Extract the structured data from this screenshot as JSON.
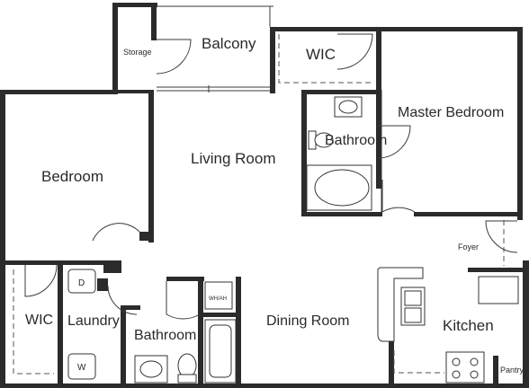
{
  "rooms": {
    "storage": "Storage",
    "balcony": "Balcony",
    "wic_master": "WIC",
    "master_bedroom": "Master Bedroom",
    "master_bathroom": "Bathroom",
    "living_room": "Living Room",
    "bedroom": "Bedroom",
    "foyer": "Foyer",
    "wic_left": "WIC",
    "laundry": "Laundry",
    "bathroom": "Bathroom",
    "dining_room": "Dining Room",
    "kitchen": "Kitchen",
    "pantry": "Pantry"
  },
  "appliances": {
    "dryer": "D",
    "washer": "W",
    "water_heater": "WH/AH"
  }
}
